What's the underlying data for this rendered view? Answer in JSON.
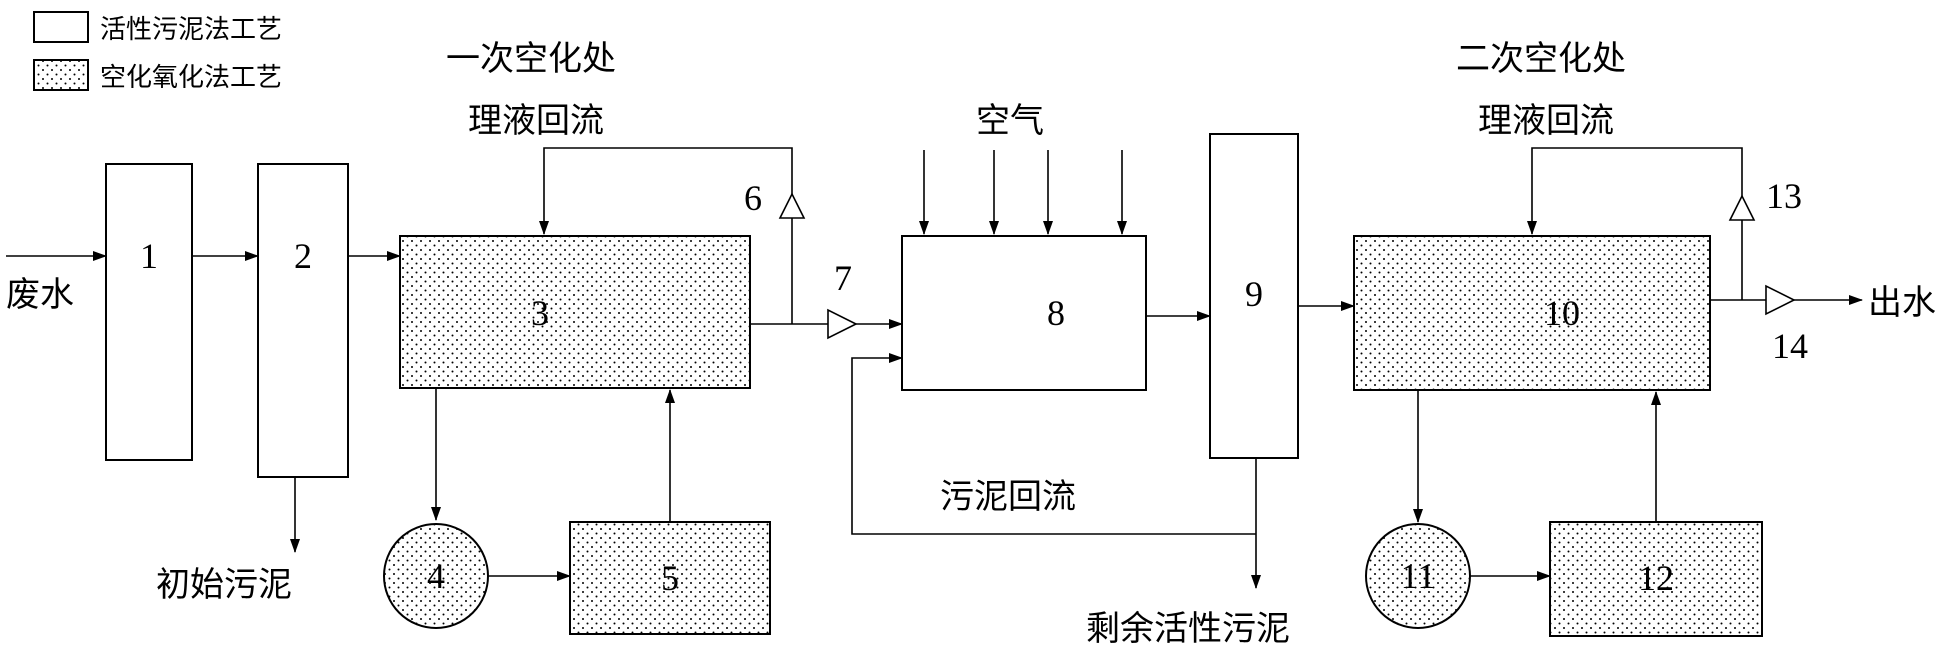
{
  "legend": {
    "activated_sludge": "活性污泥法工艺",
    "cavitation_oxidation": "空化氧化法工艺"
  },
  "units": {
    "u1": "1",
    "u2": "2",
    "u3": "3",
    "u4": "4",
    "u5": "5",
    "u6": "6",
    "u7": "7",
    "u8": "8",
    "u9": "9",
    "u10": "10",
    "u11": "11",
    "u12": "12",
    "u13": "13",
    "u14": "14"
  },
  "labels": {
    "wastewater": "废水",
    "primary_sludge": "初始污泥",
    "first_recycle_line1": "一次空化处",
    "first_recycle_line2": "理液回流",
    "air": "空气",
    "sludge_return": "污泥回流",
    "excess_sludge": "剩余活性污泥",
    "second_recycle_line1": "二次空化处",
    "second_recycle_line2": "理液回流",
    "effluent": "出水"
  }
}
